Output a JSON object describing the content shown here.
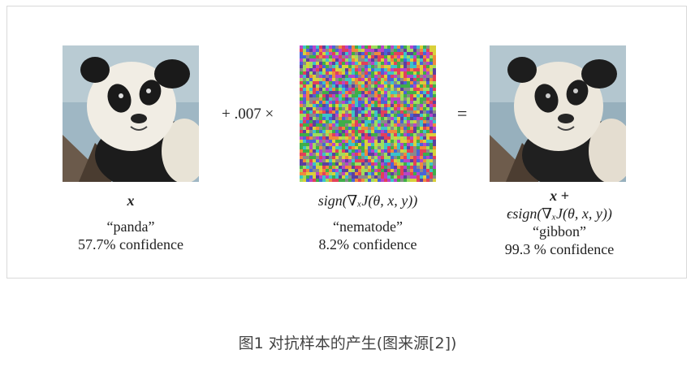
{
  "figure": {
    "left": {
      "math_label": "x",
      "class_label": "“panda”",
      "confidence": "57.7% confidence"
    },
    "operator_mult": "+ .007 ×",
    "middle": {
      "formula": "sign(∇ₓJ(θ, x, y))",
      "class_label": "“nematode”",
      "confidence": "8.2% confidence"
    },
    "operator_eq": "=",
    "right": {
      "formula_line1": "x +",
      "formula_line2": "ϵsign(∇ₓJ(θ, x, y))",
      "class_label": "“gibbon”",
      "confidence": "99.3 % confidence"
    }
  },
  "caption": "图1 对抗样本的产生(图来源[2])"
}
